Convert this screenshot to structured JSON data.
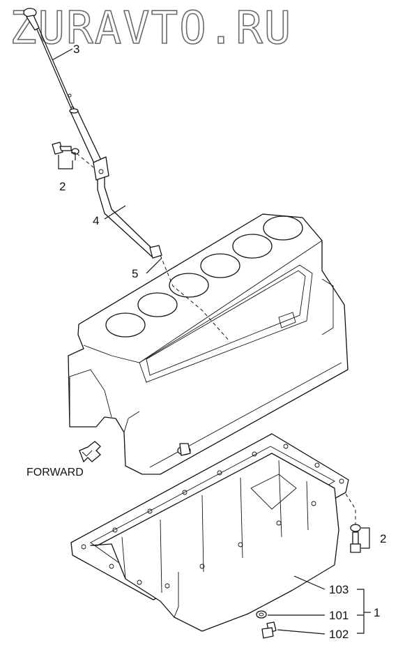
{
  "watermark": "ZURAVTO.RU",
  "direction_label": "FORWARD",
  "callouts": [
    {
      "id": "3",
      "text": "3"
    },
    {
      "id": "2a",
      "text": "2"
    },
    {
      "id": "4",
      "text": "4"
    },
    {
      "id": "5",
      "text": "5"
    },
    {
      "id": "2b",
      "text": "2"
    },
    {
      "id": "103",
      "text": "103"
    },
    {
      "id": "101",
      "text": "101"
    },
    {
      "id": "102",
      "text": "102"
    },
    {
      "id": "1",
      "text": "1"
    }
  ]
}
